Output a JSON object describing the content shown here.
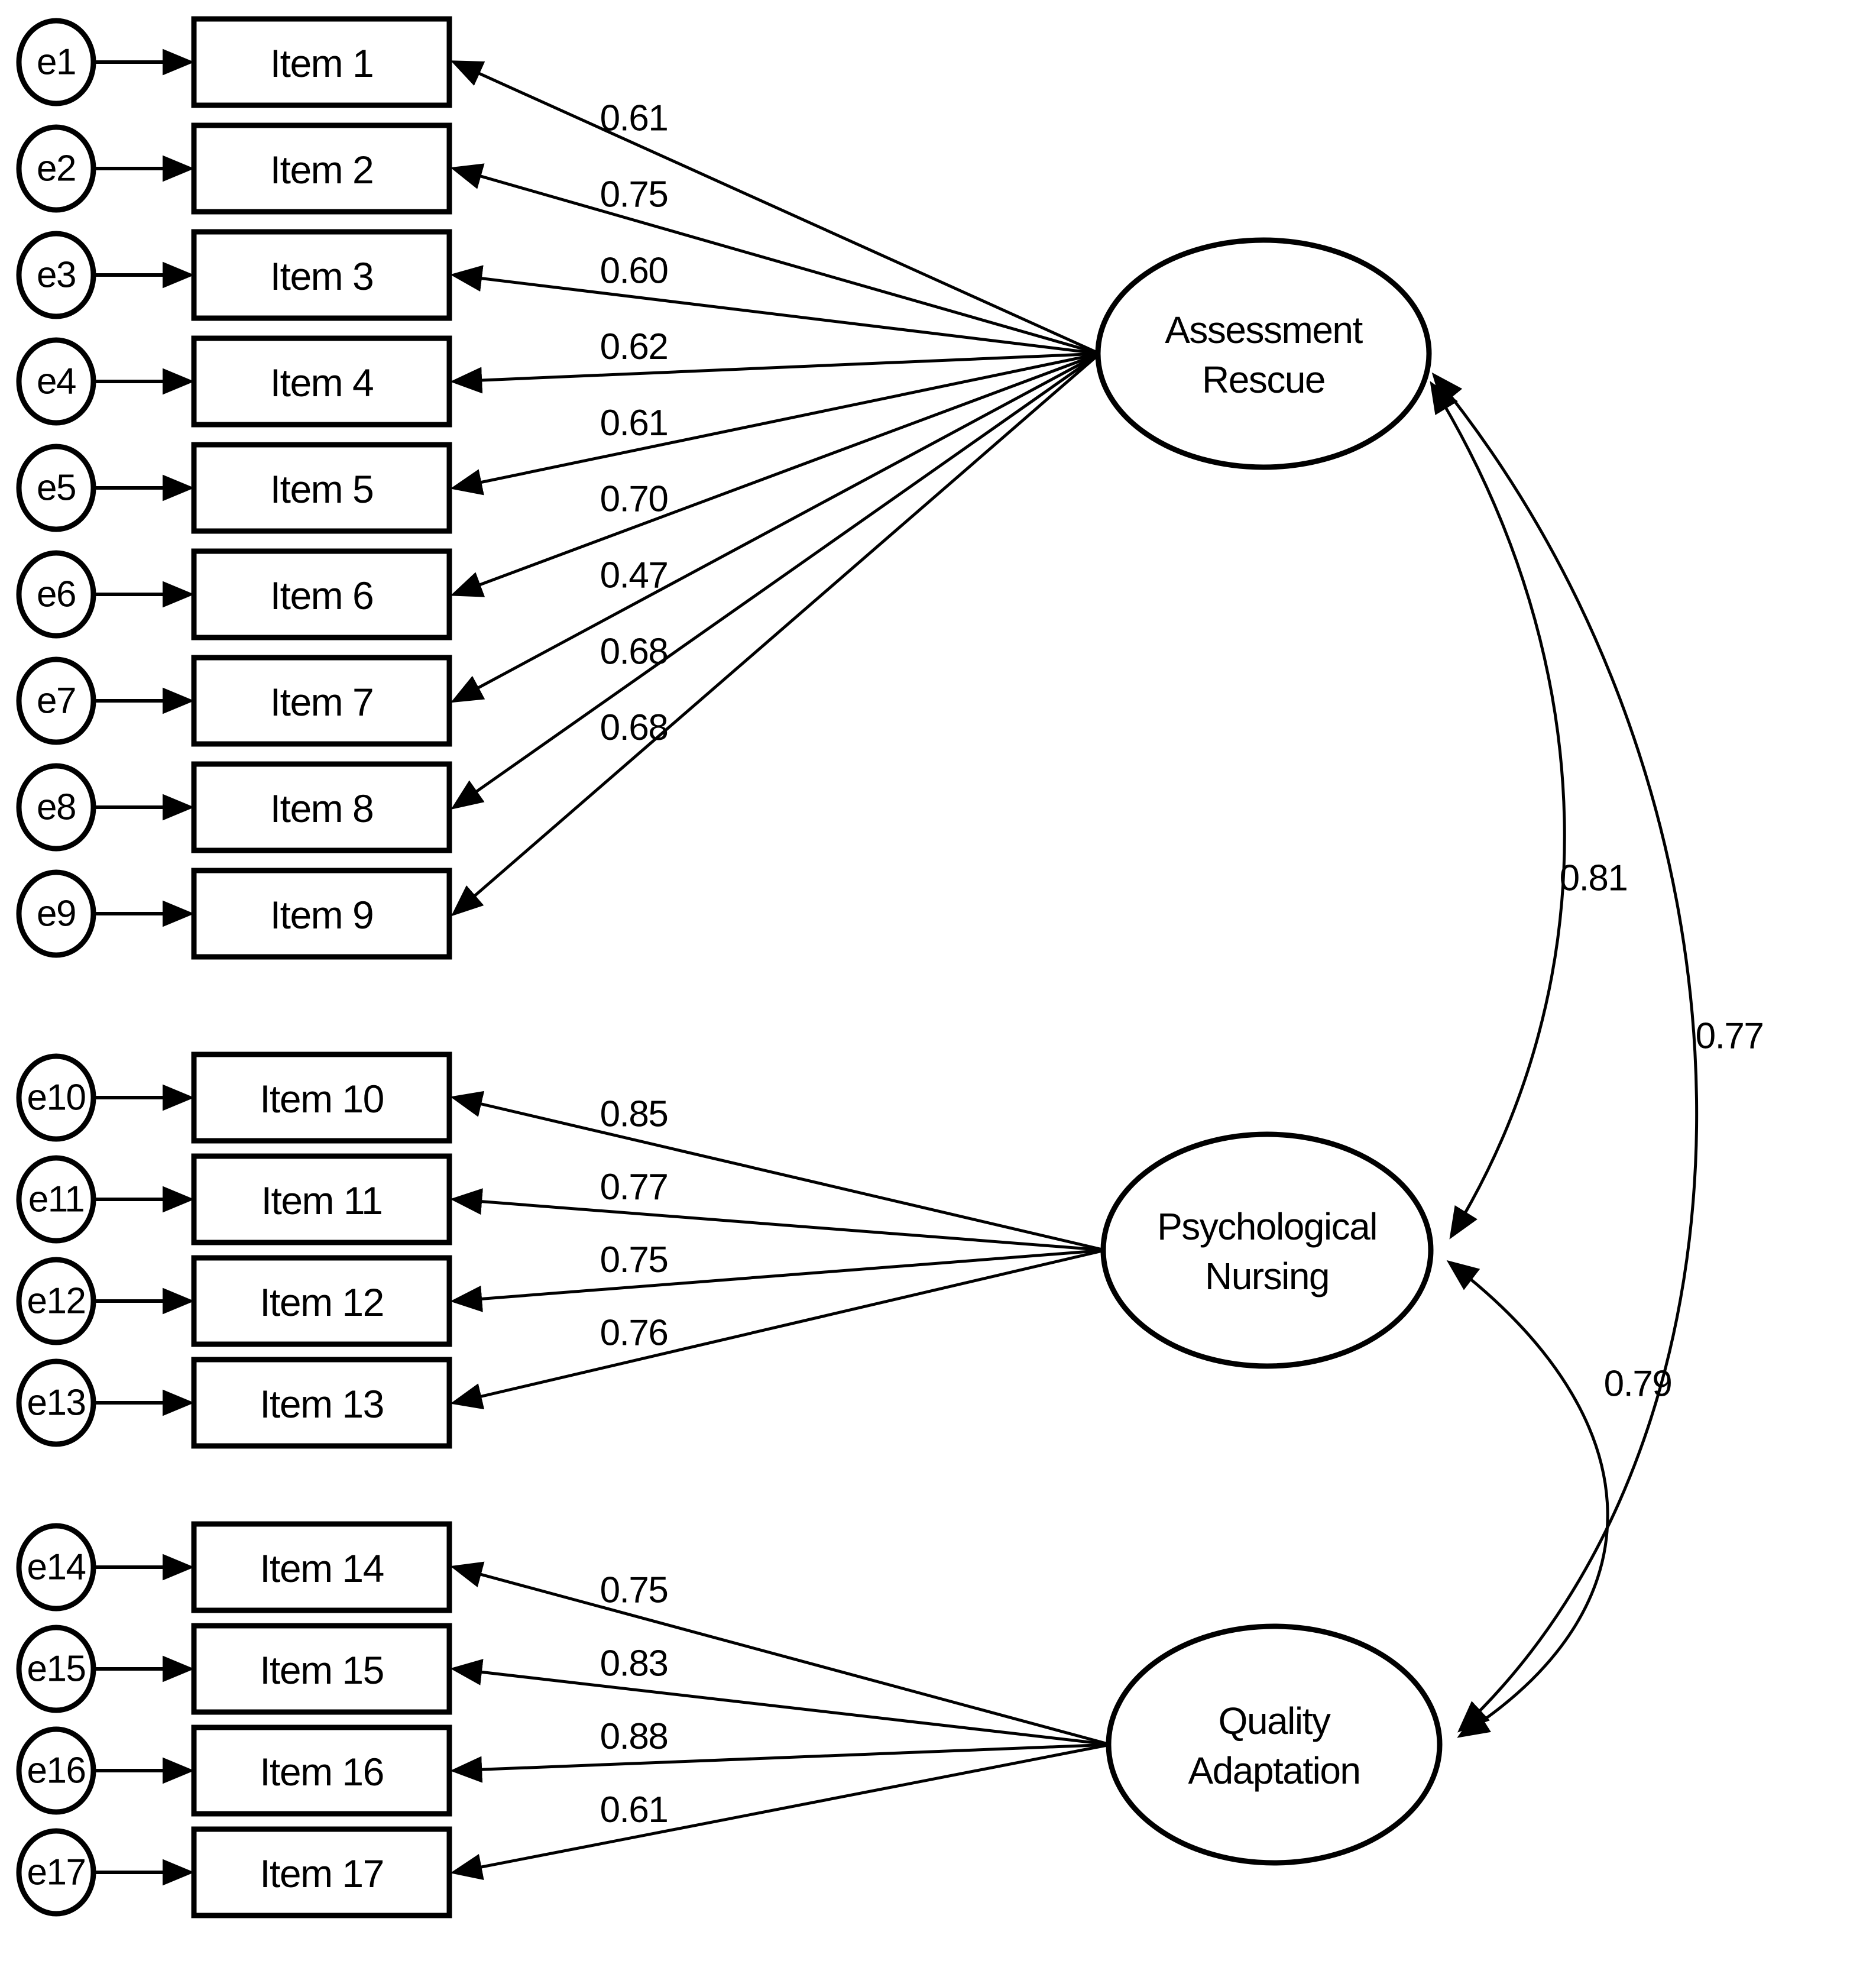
{
  "diagram_type": "confirmatory-factor-analysis-path-diagram",
  "colors": {
    "line": "#000000",
    "text": "#000000",
    "background": "#ffffff",
    "shape_fill": "#ffffff"
  },
  "factors": [
    {
      "name": "Assessment Rescue",
      "label_lines": [
        "Assessment",
        "Rescue"
      ],
      "indicators": [
        {
          "error": "e1",
          "item": "Item 1",
          "loading": "0.61"
        },
        {
          "error": "e2",
          "item": "Item 2",
          "loading": "0.75"
        },
        {
          "error": "e3",
          "item": "Item 3",
          "loading": "0.60"
        },
        {
          "error": "e4",
          "item": "Item 4",
          "loading": "0.62"
        },
        {
          "error": "e5",
          "item": "Item 5",
          "loading": "0.61"
        },
        {
          "error": "e6",
          "item": "Item 6",
          "loading": "0.70"
        },
        {
          "error": "e7",
          "item": "Item 7",
          "loading": "0.47"
        },
        {
          "error": "e8",
          "item": "Item 8",
          "loading": "0.68"
        },
        {
          "error": "e9",
          "item": "Item 9",
          "loading": "0.68"
        }
      ]
    },
    {
      "name": "Psychological Nursing",
      "label_lines": [
        "Psychological",
        "Nursing"
      ],
      "indicators": [
        {
          "error": "e10",
          "item": "Item 10",
          "loading": "0.85"
        },
        {
          "error": "e11",
          "item": "Item 11",
          "loading": "0.77"
        },
        {
          "error": "e12",
          "item": "Item 12",
          "loading": "0.75"
        },
        {
          "error": "e13",
          "item": "Item 13",
          "loading": "0.76"
        }
      ]
    },
    {
      "name": "Quality Adaptation",
      "label_lines": [
        "Quality",
        "Adaptation"
      ],
      "indicators": [
        {
          "error": "e14",
          "item": "Item 14",
          "loading": "0.75"
        },
        {
          "error": "e15",
          "item": "Item 15",
          "loading": "0.83"
        },
        {
          "error": "e16",
          "item": "Item 16",
          "loading": "0.88"
        },
        {
          "error": "e17",
          "item": "Item 17",
          "loading": "0.61"
        }
      ]
    }
  ],
  "correlations": [
    {
      "between": [
        "Assessment Rescue",
        "Psychological Nursing"
      ],
      "value": "0.81"
    },
    {
      "between": [
        "Assessment Rescue",
        "Quality Adaptation"
      ],
      "value": "0.77"
    },
    {
      "between": [
        "Psychological Nursing",
        "Quality Adaptation"
      ],
      "value": "0.79"
    }
  ]
}
